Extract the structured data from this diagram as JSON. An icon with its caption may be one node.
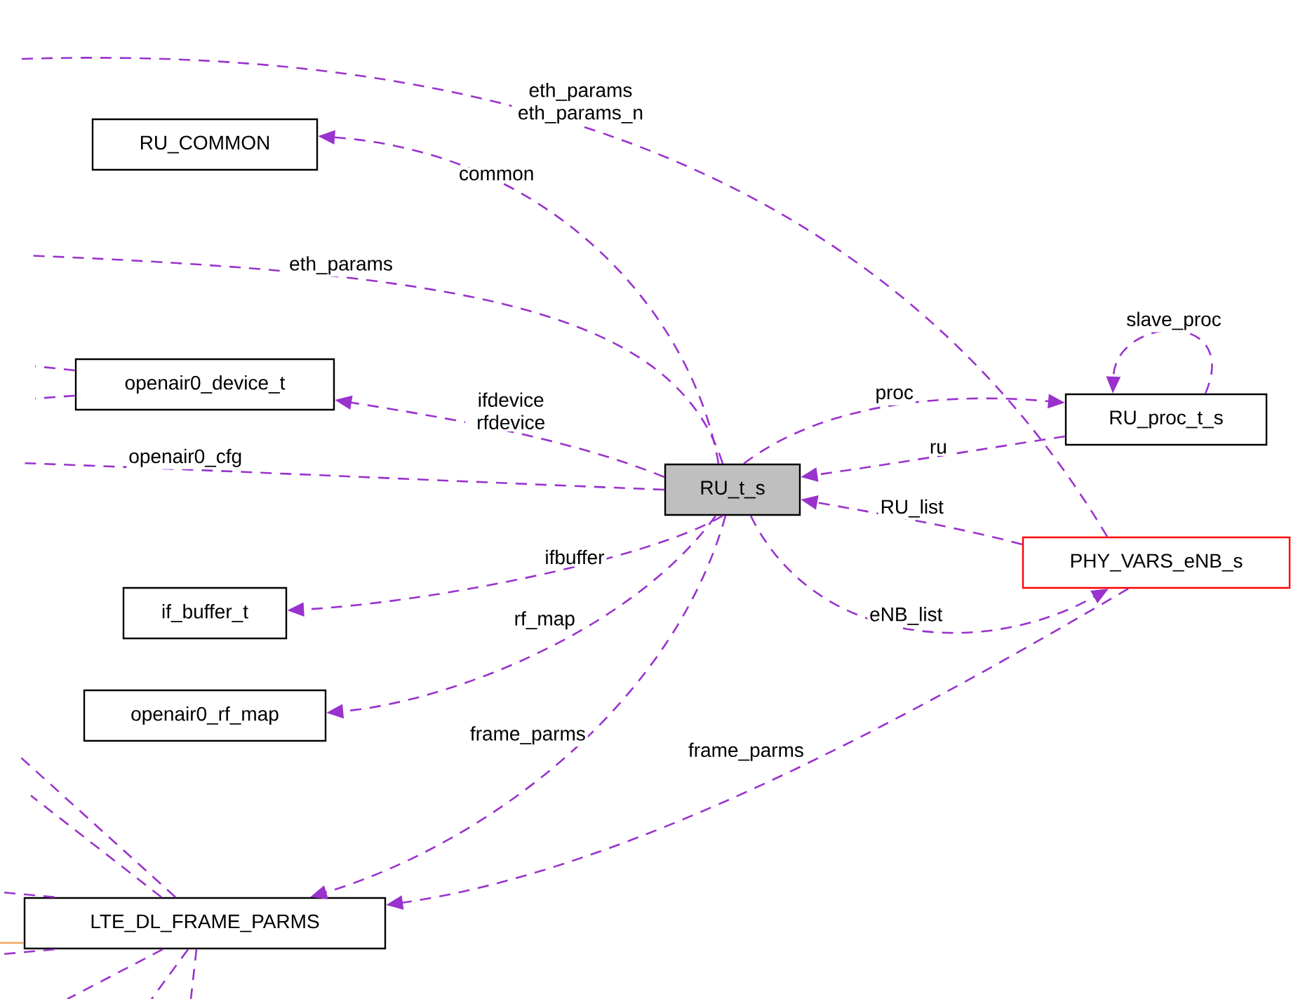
{
  "diagram": {
    "nodes": [
      {
        "text": [
          "RU_COMMON"
        ]
      },
      {
        "text": [
          "openair0_device_t"
        ]
      },
      {
        "text": [
          "RU_t_s"
        ]
      },
      {
        "text": [
          "RU_proc_t_s"
        ]
      },
      {
        "text": [
          "PHY_VARS_eNB_s"
        ]
      },
      {
        "text": [
          "if_buffer_t"
        ]
      },
      {
        "text": [
          "openair0_rf_map"
        ]
      },
      {
        "text": [
          "LTE_DL_FRAME_PARMS"
        ]
      }
    ],
    "edges": [
      {
        "from": 2,
        "to": 0,
        "arrow": "to",
        "label": "common",
        "style": "dashed"
      },
      {
        "from": 2,
        "to": 1,
        "arrow": "to",
        "label": "ifdevice rfdevice",
        "style": "dashed"
      },
      {
        "from": 2,
        "to": 3,
        "arrow": "to",
        "label": "proc",
        "style": "dashed"
      },
      {
        "from": 3,
        "to": 2,
        "arrow": "to",
        "label": "ru",
        "style": "dashed"
      },
      {
        "from": 4,
        "to": 2,
        "arrow": "to",
        "label": "RU_list",
        "style": "dashed"
      },
      {
        "from": 2,
        "to": 4,
        "arrow": "to",
        "label": "eNB_list",
        "style": "dashed"
      },
      {
        "from": 2,
        "to": 5,
        "arrow": "to",
        "label": "ifbuffer",
        "style": "dashed"
      },
      {
        "from": 2,
        "to": 6,
        "arrow": "to",
        "label": "rf_map",
        "style": "dashed"
      },
      {
        "from": 2,
        "to": 7,
        "arrow": "to",
        "label": "frame_parms",
        "style": "dashed"
      },
      {
        "from": 4,
        "to": 7,
        "arrow": "to",
        "label": "frame_parms",
        "style": "dashed"
      },
      {
        "from": 3,
        "to": 3,
        "arrow": "to",
        "label": "slave_proc",
        "style": "dashed"
      },
      {
        "from": 4,
        "to": null,
        "arrow": "none",
        "label": "eth_params eth_params_n",
        "style": "dashed"
      },
      {
        "from": 2,
        "to": null,
        "arrow": "none",
        "label": "eth_params",
        "style": "dashed"
      },
      {
        "from": 2,
        "to": null,
        "arrow": "none",
        "label": "openair0_cfg",
        "style": "dashed"
      },
      {
        "from": 1,
        "to": null,
        "arrow": "none",
        "style": "dashed"
      },
      {
        "from": 1,
        "to": null,
        "arrow": "none",
        "style": "dashed"
      },
      {
        "from": 7,
        "to": null,
        "arrow": "none",
        "style": "dashed"
      },
      {
        "from": 7,
        "to": null,
        "arrow": "none",
        "style": "dashed"
      },
      {
        "from": 7,
        "to": null,
        "arrow": "none",
        "style": "dashed"
      },
      {
        "from": 7,
        "to": null,
        "arrow": "none",
        "style": "dashed"
      },
      {
        "from": 7,
        "to": null,
        "arrow": "none",
        "style": "dashed"
      },
      {
        "from": 7,
        "to": null,
        "arrow": "none",
        "style": "dashed"
      },
      {
        "from": 7,
        "to": null,
        "arrow": "none",
        "style": "dashed"
      },
      {
        "from": 7,
        "to": null,
        "arrow": "none",
        "color": "#f4a460"
      }
    ]
  }
}
